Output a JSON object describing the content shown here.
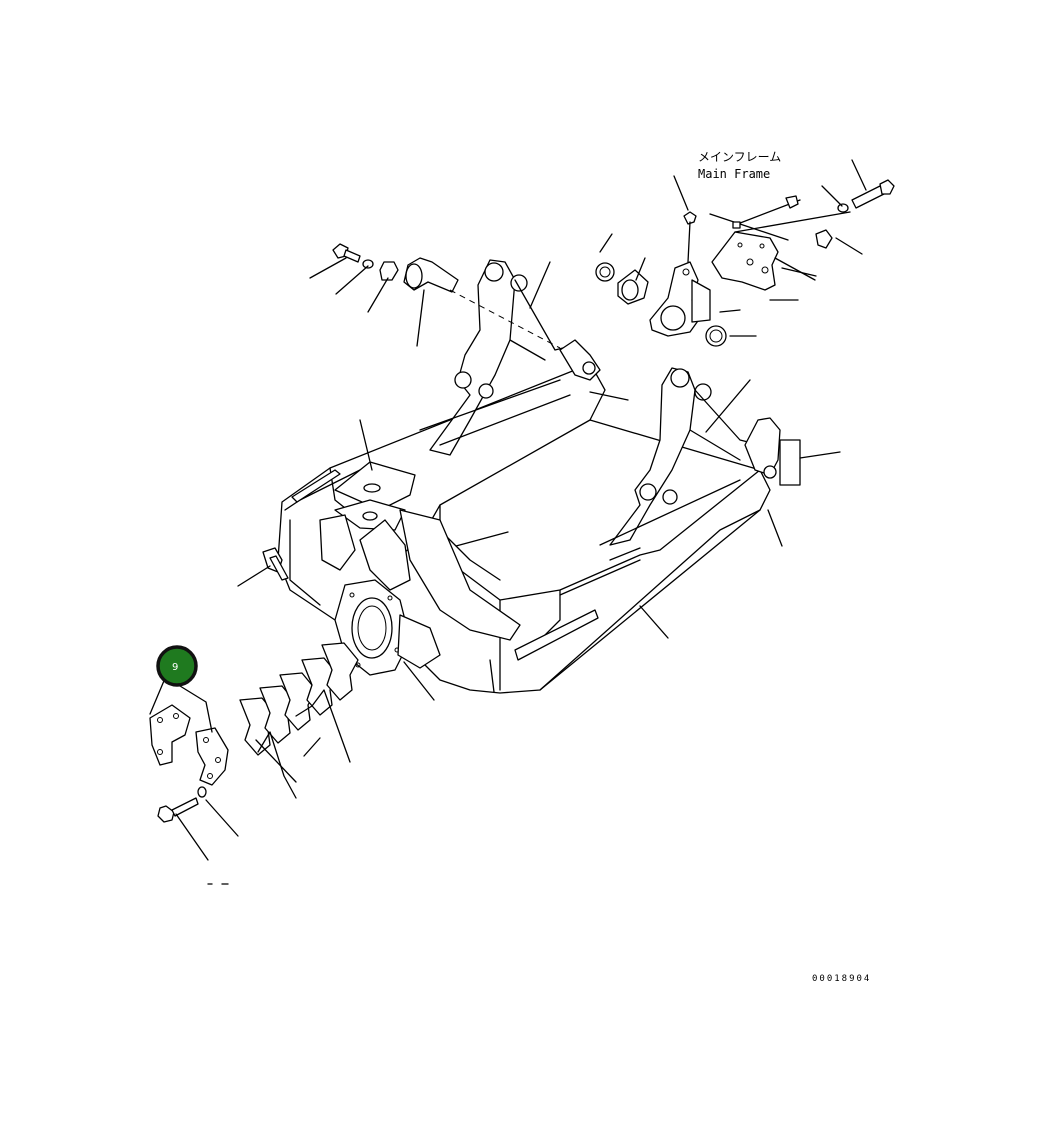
{
  "label": {
    "japanese": "メインフレーム",
    "english": "Main Frame"
  },
  "callout": {
    "number": "9",
    "color": "#1f7a1f",
    "ring_color": "#111111"
  },
  "drawing_code": "00018904"
}
